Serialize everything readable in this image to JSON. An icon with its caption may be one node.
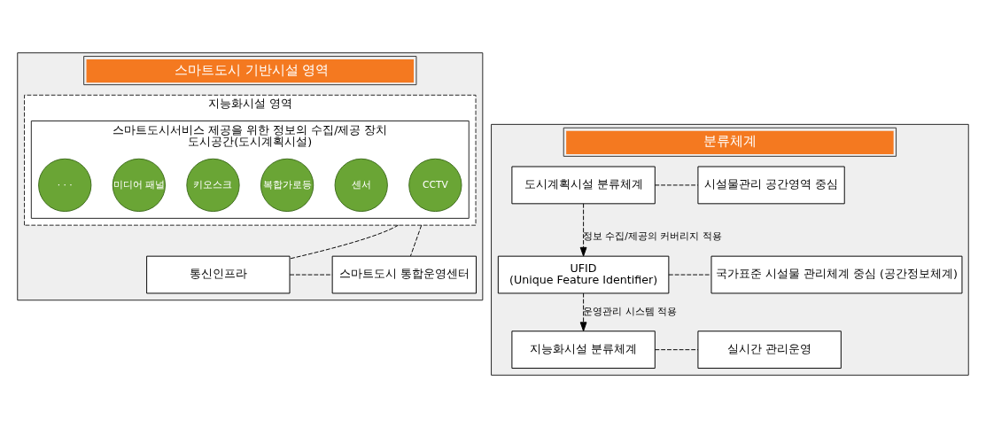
{
  "diagram": {
    "nodes": [
      {
        "text": [
          "스마트도시 기반시설 영역"
        ]
      },
      {
        "text": [
          "지능화시설 영역"
        ],
        "in": 0
      },
      {
        "text": [
          "스마트도시서비스 제공을 위한 정보의 수집/제공 장치",
          "도시공간(도시계획시설)"
        ],
        "in": 1
      },
      {
        "text": [
          "CCTV"
        ],
        "in": 2
      },
      {
        "text": [
          "센서"
        ],
        "in": 2
      },
      {
        "text": [
          "복합가로등"
        ],
        "in": 2
      },
      {
        "text": [
          "키오스크"
        ],
        "in": 2
      },
      {
        "text": [
          "미디어 패널"
        ],
        "in": 2
      },
      {
        "text": [
          "· · ·"
        ],
        "in": 2
      },
      {
        "text": [
          "통신인프라"
        ],
        "in": 0
      },
      {
        "text": [
          "스마트도시 통합운영센터"
        ],
        "in": 0
      },
      {
        "text": [
          "분류체계"
        ]
      },
      {
        "text": [
          "도시계획시설 분류체계"
        ],
        "in": 11
      },
      {
        "text": [
          "시설물관리 공간영역 중심"
        ],
        "in": 11
      },
      {
        "text": [
          "UFID",
          "(Unique Feature Identifier)"
        ],
        "in": 11
      },
      {
        "text": [
          "국가표준 시설물 관리체계 중심 (공간정보체계)"
        ],
        "in": 11
      },
      {
        "text": [
          "지능화시설 분류체계"
        ],
        "in": 11
      },
      {
        "text": [
          "실시간 관리운영"
        ],
        "in": 11
      }
    ],
    "edges": [
      {
        "from": 1,
        "to": 9,
        "arrow": "none",
        "style": "dashed"
      },
      {
        "from": 1,
        "to": 10,
        "arrow": "none",
        "style": "dashed"
      },
      {
        "from": 9,
        "to": 10,
        "arrow": "none",
        "style": "dashed"
      },
      {
        "from": 12,
        "to": 13,
        "arrow": "none",
        "style": "dashed"
      },
      {
        "from": 12,
        "to": 14,
        "arrow": "to",
        "style": "dashed",
        "label": "정보 수집/제공의 커버리지 적용"
      },
      {
        "from": 14,
        "to": 15,
        "arrow": "none",
        "style": "dashed"
      },
      {
        "from": 14,
        "to": 16,
        "arrow": "to",
        "style": "dashed",
        "label": "운영관리 시스템 적용"
      },
      {
        "from": 16,
        "to": 17,
        "arrow": "none",
        "style": "dashed"
      }
    ]
  }
}
